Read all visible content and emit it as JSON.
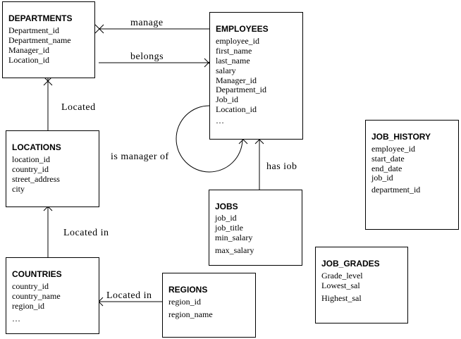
{
  "entities": {
    "departments": {
      "title": "DEPARTMENTS",
      "fields": [
        "Department_id",
        "Department_name",
        "Manager_id",
        "Location_id"
      ]
    },
    "employees": {
      "title": "EMPLOYEES",
      "fields": [
        "employee_id",
        "first_name",
        "last_name",
        "salary",
        "Manager_id",
        "Department_id",
        "Job_id",
        "Location_id",
        "…"
      ]
    },
    "locations": {
      "title": "LOCATIONS",
      "fields": [
        "location_id",
        "country_id",
        "street_address",
        "city"
      ]
    },
    "countries": {
      "title": "COUNTRIES",
      "fields": [
        "country_id",
        "country_name",
        "region_id",
        "…"
      ]
    },
    "regions": {
      "title": "REGIONS",
      "fields": [
        "region_id",
        "region_name"
      ]
    },
    "jobs": {
      "title": "JOBS",
      "fields": [
        "job_id",
        "job_title",
        "min_salary",
        "max_salary"
      ]
    },
    "job_history": {
      "title": "JOB_HISTORY",
      "fields": [
        "employee_id",
        "start_date",
        "end_date",
        "job_id",
        "department_id"
      ]
    },
    "job_grades": {
      "title": "JOB_GRADES",
      "fields": [
        "Grade_level",
        "Lowest_sal",
        "Highest_sal"
      ]
    }
  },
  "relationships": {
    "manage": "manage",
    "belongs": "belongs",
    "located": "Located",
    "is_manager_of": "is manager of",
    "has_job": "has iob",
    "located_in_locations": "Located in",
    "located_in_regions": "Located in"
  }
}
